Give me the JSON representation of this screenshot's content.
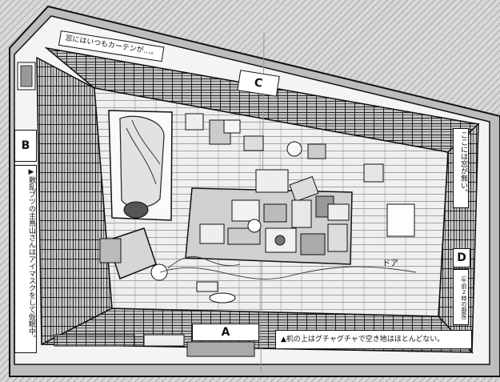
{
  "labels": {
    "top_note": "窓にはいつもカーテンが…。",
    "right_note": "ここには窓が無い。",
    "left_note": "▶散乱ブツの主鳥山さんはアイマスクをして仮眠中。",
    "bottom_note": "▲机の上はグチャグチャで空き地はほとんどない。",
    "time_note": "（午前2時の部屋）",
    "door_arrow": "ドア"
  },
  "letters": {
    "a": "A",
    "b": "B",
    "c": "C",
    "d": "D"
  }
}
